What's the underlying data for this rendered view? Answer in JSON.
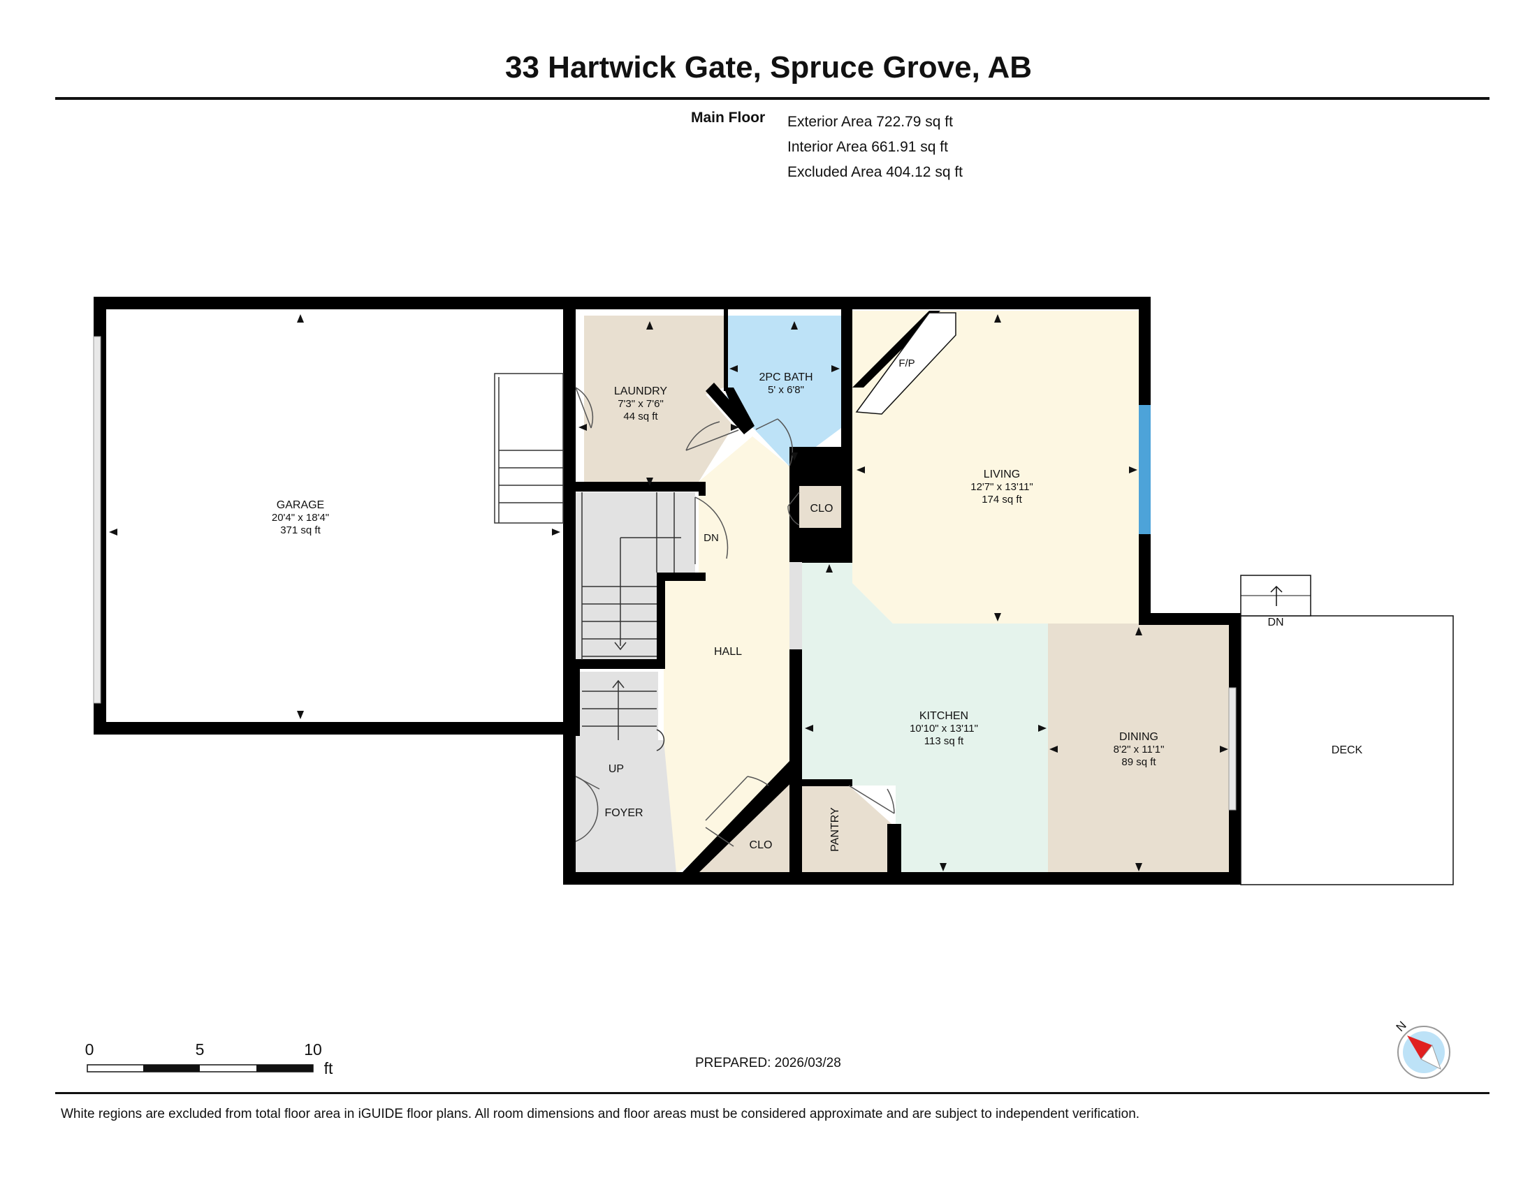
{
  "header": {
    "title": "33 Hartwick Gate, Spruce Grove, AB"
  },
  "floor": {
    "name": "Main Floor",
    "exterior": "Exterior Area 722.79 sq ft",
    "interior": "Interior Area 661.91 sq ft",
    "excluded": "Excluded Area 404.12 sq ft"
  },
  "rooms": {
    "garage": {
      "name": "GARAGE",
      "dims": "20'4\" x 18'4\"",
      "area": "371 sq ft"
    },
    "laundry": {
      "name": "LAUNDRY",
      "dims": "7'3\" x 7'6\"",
      "area": "44 sq ft"
    },
    "bath": {
      "name": "2PC BATH",
      "dims": "5' x 6'8\""
    },
    "living": {
      "name": "LIVING",
      "dims": "12'7\" x 13'11\"",
      "area": "174 sq ft"
    },
    "kitchen": {
      "name": "KITCHEN",
      "dims": "10'10\" x 13'11\"",
      "area": "113 sq ft"
    },
    "dining": {
      "name": "DINING",
      "dims": "8'2\" x 11'1\"",
      "area": "89 sq ft"
    },
    "hall": {
      "name": "HALL"
    },
    "foyer": {
      "name": "FOYER"
    },
    "clo_upper": {
      "name": "CLO"
    },
    "clo_lower": {
      "name": "CLO"
    },
    "pantry": {
      "name": "PANTRY"
    },
    "deck": {
      "name": "DECK"
    },
    "fp": "F/P",
    "stair_dn": "DN",
    "stair_up": "UP",
    "deck_dn": "DN"
  },
  "scale": {
    "ticks": [
      "0",
      "5",
      "10"
    ],
    "unit": "ft"
  },
  "prepared": "PREPARED: 2026/03/28",
  "compass": {
    "label": "N"
  },
  "footer": {
    "note": "White regions are excluded from total floor area in iGUIDE floor plans. All room dimensions and floor areas must be considered approximate and are subject to independent verification."
  },
  "colors": {
    "wall": "#000000",
    "laundry": "#e8dfd0",
    "bath": "#bde2f7",
    "living": "#fdf7e2",
    "kitchen": "#e5f3ec",
    "dining": "#e8dfd0",
    "hall": "#fdf7e2",
    "foyer": "#e2e2e2",
    "closet": "#e8dfd0",
    "window": "#4da3d9"
  }
}
